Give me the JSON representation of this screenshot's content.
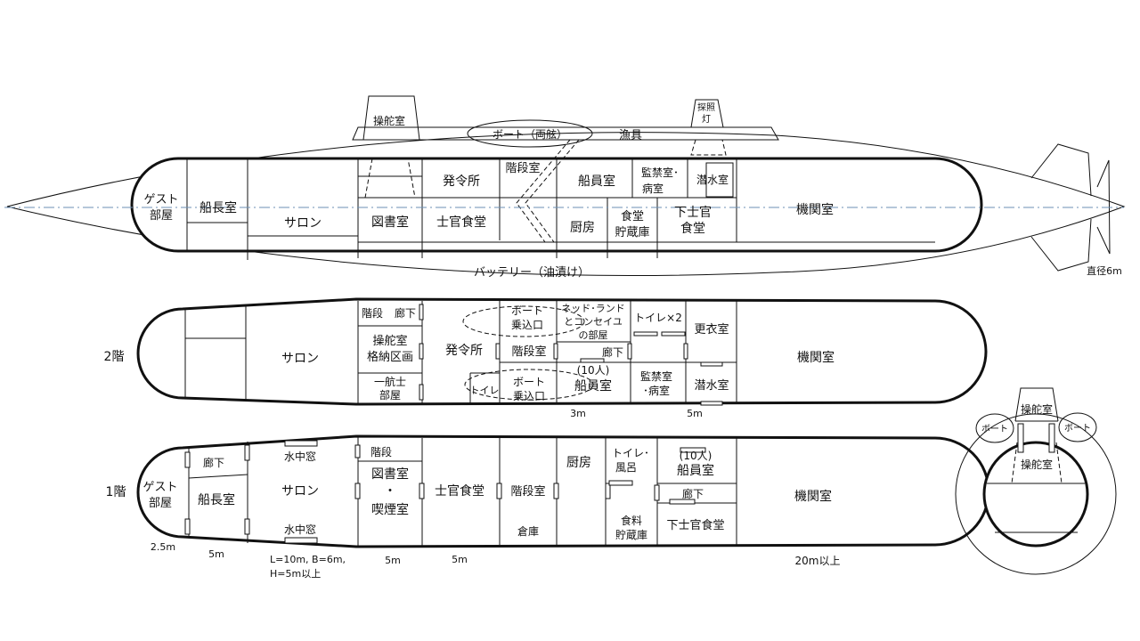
{
  "side_view": {
    "deck": {
      "bridge": "操舵室",
      "searchlight_line1": "探照",
      "searchlight_line2": "灯",
      "boat": "ボート（両舷）",
      "fishing_gear": "漁具"
    },
    "rooms": {
      "guest_line1": "ゲスト",
      "guest_line2": "部屋",
      "captain": "船長室",
      "salon": "サロン",
      "command": "発令所",
      "library": "図書室",
      "officers_mess": "士官食堂",
      "stairs": "階段室",
      "crew": "船員室",
      "brig_line1": "監禁室･",
      "brig_line2": "病室",
      "diving": "潜水室",
      "galley": "厨房",
      "pantry_line1": "食堂",
      "pantry_line2": "貯蔵庫",
      "nco_line1": "下士官",
      "nco_line2": "食堂",
      "engine": "機関室"
    },
    "battery": "バッテリー（油漬け）",
    "diameter": "直径6m"
  },
  "deck2": {
    "label": "2階",
    "rooms": {
      "salon": "サロン",
      "stairs_left": "階段",
      "corridor_left": "廊下",
      "bridge_storage_line1": "操舵室",
      "bridge_storage_line2": "格納区画",
      "first_officer_line1": "一航士",
      "first_officer_line2": "部屋",
      "command": "発令所",
      "boat_entry_top_line1": "ボート",
      "boat_entry_top_line2": "乗込口",
      "stairs": "階段室",
      "toilet": "トイレ",
      "boat_entry_bottom_line1": "ボート",
      "boat_entry_bottom_line2": "乗込口",
      "ned_line1": "ネッド･ランド",
      "ned_line2": "とコンセイユ",
      "ned_line3": "の部屋",
      "corridor": "廊下",
      "crew_count": "(10人)",
      "crew": "船員室",
      "toilets": "トイレ×2",
      "locker": "更衣室",
      "brig_line1": "監禁室",
      "brig_line2": "･病室",
      "diving": "潜水室",
      "engine": "機関室"
    },
    "dim_3m": "3m",
    "dim_5m": "5m"
  },
  "deck1": {
    "label": "1階",
    "rooms": {
      "guest_line1": "ゲスト",
      "guest_line2": "部屋",
      "corridor_left": "廊下",
      "captain": "船長室",
      "window_top": "水中窓",
      "salon": "サロン",
      "window_bottom": "水中窓",
      "stairs_small": "階段",
      "library_line1": "図書室",
      "library_dot": "・",
      "library_line3": "喫煙室",
      "officers_mess": "士官食堂",
      "stairs": "階段室",
      "storage": "倉庫",
      "galley": "厨房",
      "bath_line1": "トイレ･",
      "bath_line2": "風呂",
      "crew_count": "(10人)",
      "crew": "船員室",
      "corridor": "廊下",
      "pantry_line1": "食料",
      "pantry_line2": "貯蔵庫",
      "nco_mess": "下士官食堂",
      "engine": "機関室"
    },
    "dims": {
      "d1": "2.5m",
      "d2": "5m",
      "salon_dims_line1": "L=10m, B=6m,",
      "salon_dims_line2": "H=5m以上",
      "d3": "5m",
      "d4": "5m",
      "d5": "20m以上"
    }
  },
  "cross_section": {
    "boat_left": "ボート",
    "boat_right": "ボート",
    "bridge_top": "操舵室",
    "bridge_inner": "操舵室"
  },
  "colors": {
    "line": "#111111",
    "centerline": "#6b8fb5",
    "background": "#ffffff"
  }
}
